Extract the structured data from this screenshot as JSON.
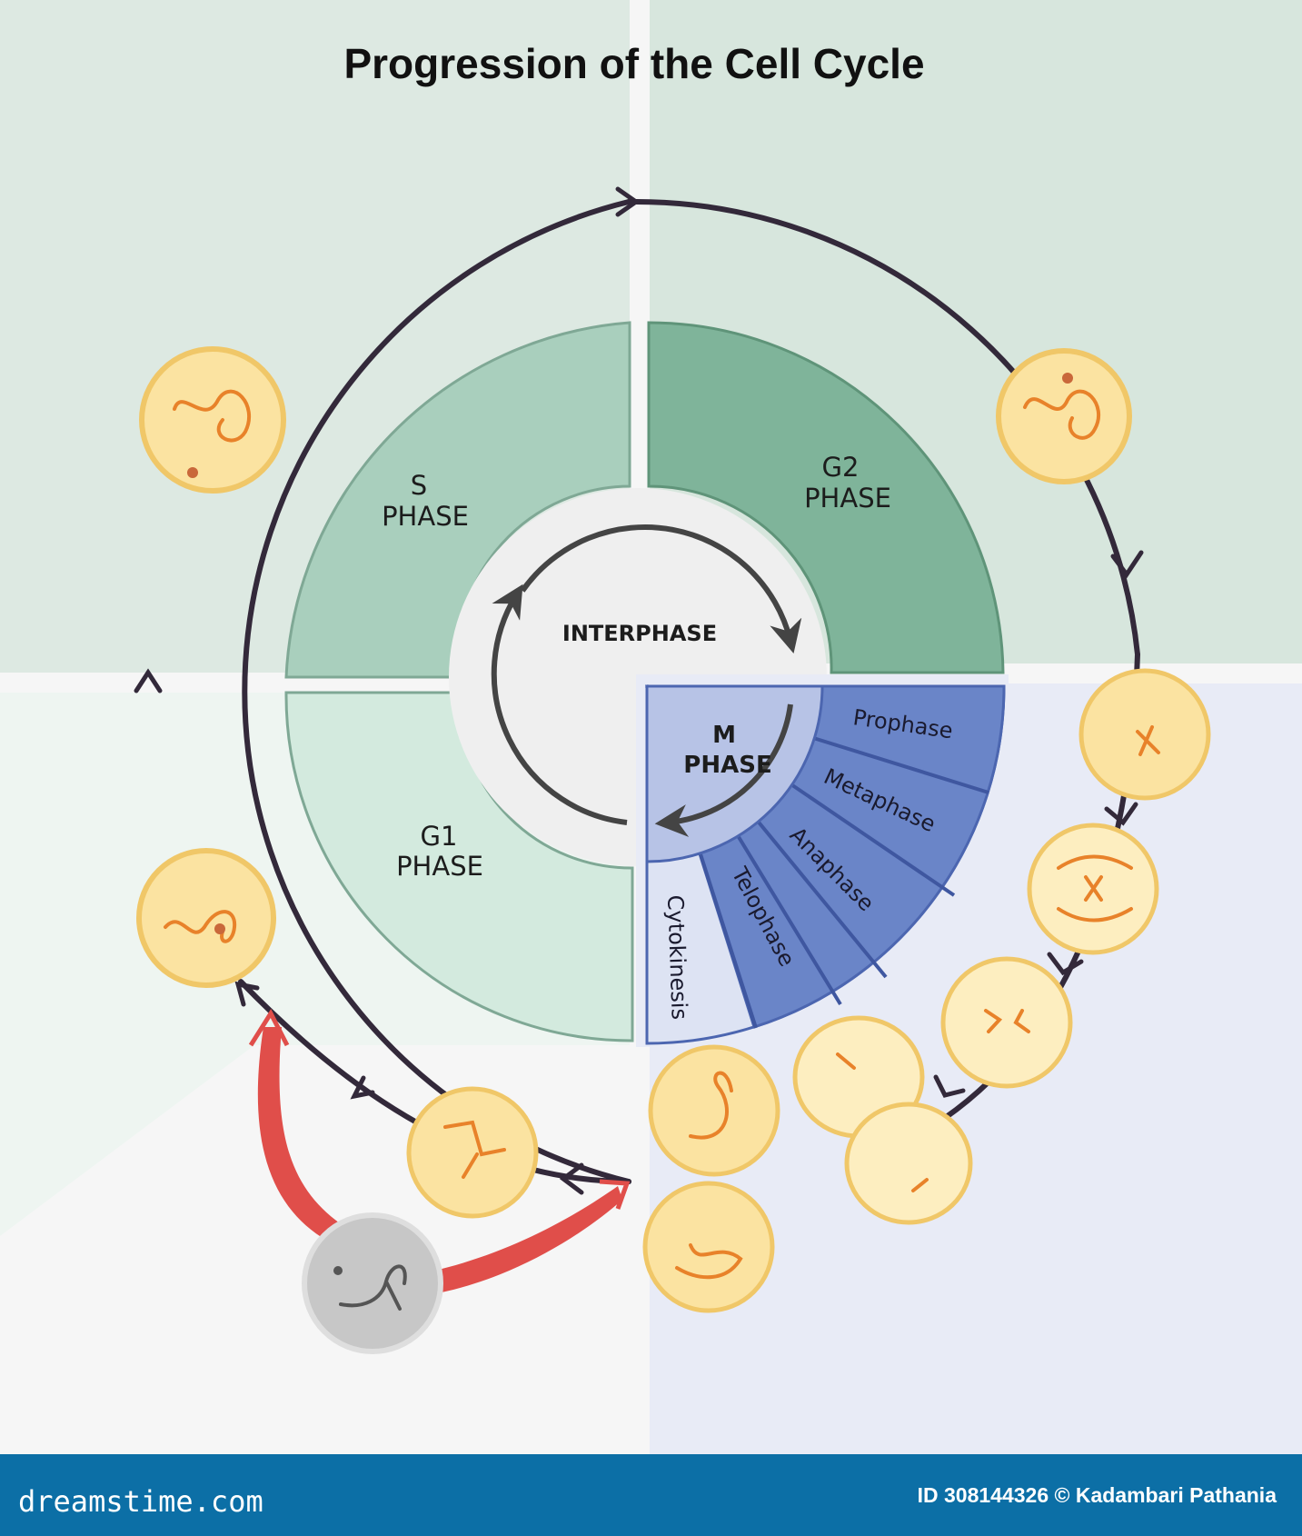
{
  "title": "Progression of the Cell Cycle",
  "interphase": {
    "label": "INTERPHASE",
    "phases": [
      {
        "id": "s",
        "line1": "S",
        "line2": "PHASE",
        "color": "#a9cfbd"
      },
      {
        "id": "g2",
        "line1": "G2",
        "line2": "PHASE",
        "color": "#7fb49a"
      },
      {
        "id": "g1",
        "line1": "G1",
        "line2": "PHASE",
        "color": "#d3eade"
      }
    ]
  },
  "m_phase": {
    "line1": "M",
    "line2": "PHASE",
    "stages": [
      "Prophase",
      "Metaphase",
      "Anaphase",
      "Telophase",
      "Cytokinesis"
    ],
    "stage_color": "#6a85c8",
    "core_color": "#b7c3e6",
    "cytokinesis_color": "#dde3f3"
  },
  "colors": {
    "bg_top": "#dde9e2",
    "bg_left": "#eef5f1",
    "bg_bottom_right": "#e8ebf6",
    "cycle_arrow": "#33293a",
    "g0_arrow": "#e04e4a",
    "cell_fill": "#fbe3a1",
    "cell_outline": "#f0c768",
    "chromosome": "#e8822a",
    "footer_bar": "#0c6fa6"
  },
  "footer": {
    "logo": "dreamstime.com",
    "credit": "ID 308144326 © Kadambari Pathania"
  }
}
